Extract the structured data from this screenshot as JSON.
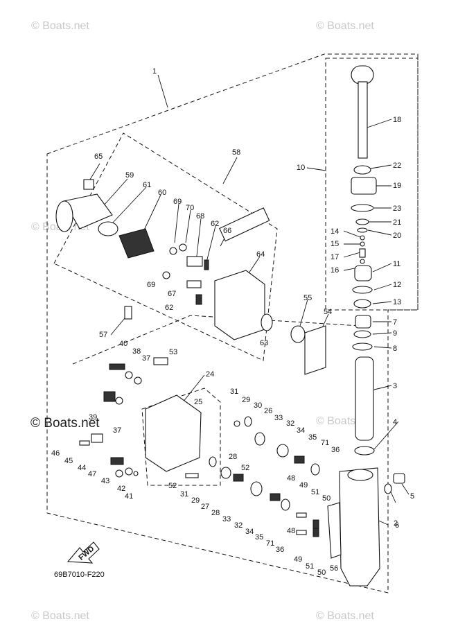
{
  "watermarks": [
    "© Boats.net",
    "© Boats.net",
    "© Boats.net",
    "© Boats.net",
    "© Boats.net",
    "© Boats.net"
  ],
  "center_watermark": "© Boats.net",
  "diagram_code": "69B7010-F220",
  "fwd_label": "FWD",
  "callouts": [
    "1",
    "10",
    "18",
    "22",
    "19",
    "23",
    "21",
    "20",
    "14",
    "15",
    "17",
    "16",
    "11",
    "12",
    "13",
    "7",
    "9",
    "8",
    "3",
    "4",
    "5",
    "6",
    "2",
    "58",
    "65",
    "59",
    "61",
    "60",
    "69",
    "70",
    "68",
    "62",
    "66",
    "64",
    "69",
    "67",
    "62",
    "63",
    "55",
    "54",
    "57",
    "40",
    "38",
    "37",
    "53",
    "24",
    "25",
    "39",
    "37",
    "46",
    "45",
    "44",
    "47",
    "43",
    "42",
    "41",
    "31",
    "29",
    "30",
    "26",
    "33",
    "32",
    "34",
    "35",
    "71",
    "36",
    "28",
    "52",
    "52",
    "31",
    "29",
    "27",
    "28",
    "33",
    "32",
    "34",
    "35",
    "71",
    "36",
    "48",
    "49",
    "51",
    "50",
    "48",
    "49",
    "51",
    "50",
    "56"
  ]
}
